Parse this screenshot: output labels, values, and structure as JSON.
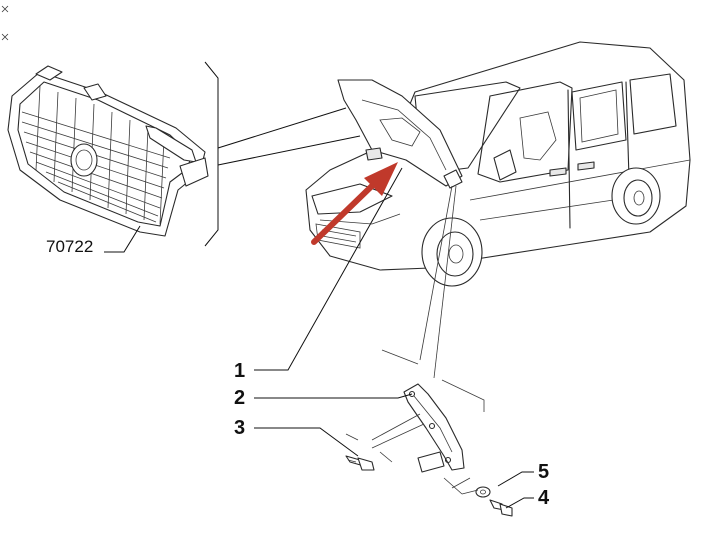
{
  "diagram": {
    "labels": {
      "grille_part_number": "70722",
      "callout_1": "1",
      "callout_2": "2",
      "callout_3": "3",
      "callout_4": "4",
      "callout_5": "5"
    },
    "colors": {
      "arrow": "#c0392b",
      "line": "#2a2a2a",
      "background": "#ffffff"
    }
  }
}
